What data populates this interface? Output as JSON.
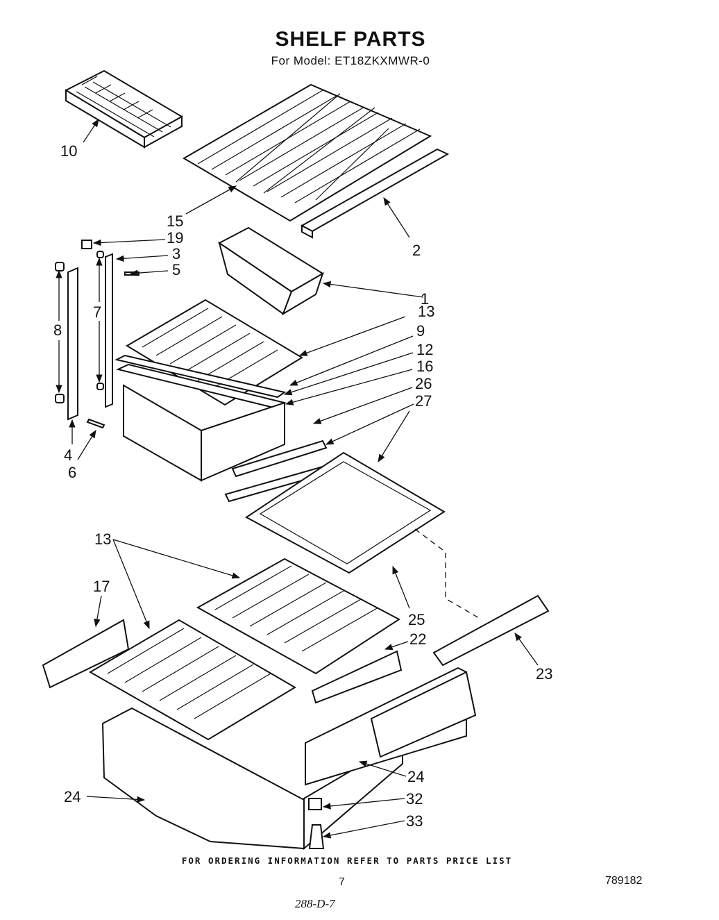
{
  "header": {
    "title": "SHELF PARTS",
    "subtitle": "For Model: ET18ZKXMWR-0"
  },
  "callouts": [
    {
      "id": "c10",
      "label": "10"
    },
    {
      "id": "c15",
      "label": "15"
    },
    {
      "id": "c2",
      "label": "2"
    },
    {
      "id": "c19",
      "label": "19"
    },
    {
      "id": "c3",
      "label": "3"
    },
    {
      "id": "c5",
      "label": "5"
    },
    {
      "id": "c8",
      "label": "8"
    },
    {
      "id": "c7",
      "label": "7"
    },
    {
      "id": "c1",
      "label": "1"
    },
    {
      "id": "c13a",
      "label": "13"
    },
    {
      "id": "c9",
      "label": "9"
    },
    {
      "id": "c12",
      "label": "12"
    },
    {
      "id": "c16",
      "label": "16"
    },
    {
      "id": "c26",
      "label": "26"
    },
    {
      "id": "c27",
      "label": "27"
    },
    {
      "id": "c4",
      "label": "4"
    },
    {
      "id": "c6",
      "label": "6"
    },
    {
      "id": "c13b",
      "label": "13"
    },
    {
      "id": "c17",
      "label": "17"
    },
    {
      "id": "c25",
      "label": "25"
    },
    {
      "id": "c22",
      "label": "22"
    },
    {
      "id": "c23",
      "label": "23"
    },
    {
      "id": "c24a",
      "label": "24"
    },
    {
      "id": "c24b",
      "label": "24"
    },
    {
      "id": "c32",
      "label": "32"
    },
    {
      "id": "c33",
      "label": "33"
    }
  ],
  "footer": {
    "ordering_note": "FOR ORDERING INFORMATION REFER TO PARTS PRICE LIST",
    "page_number": "7",
    "doc_number": "789182",
    "stamp": "288-D-7"
  }
}
